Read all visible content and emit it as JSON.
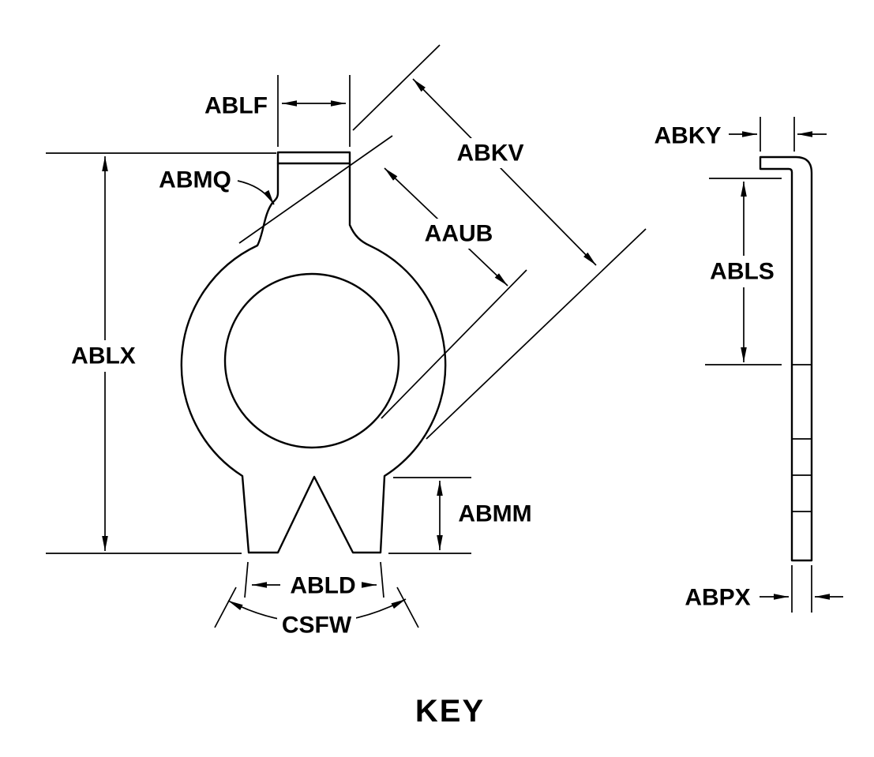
{
  "title": "KEY",
  "colors": {
    "line": "#000000",
    "background": "#ffffff"
  },
  "front_view": {
    "name": "key-front-view",
    "labels": {
      "ablf": "ABLF",
      "abmq": "ABMQ",
      "abkv": "ABKV",
      "aaub": "AAUB",
      "ablx": "ABLX",
      "abmm": "ABMM",
      "abld": "ABLD",
      "csfw": "CSFW"
    }
  },
  "side_view": {
    "name": "key-side-view",
    "labels": {
      "abky": "ABKY",
      "abls": "ABLS",
      "abpx": "ABPX"
    }
  }
}
